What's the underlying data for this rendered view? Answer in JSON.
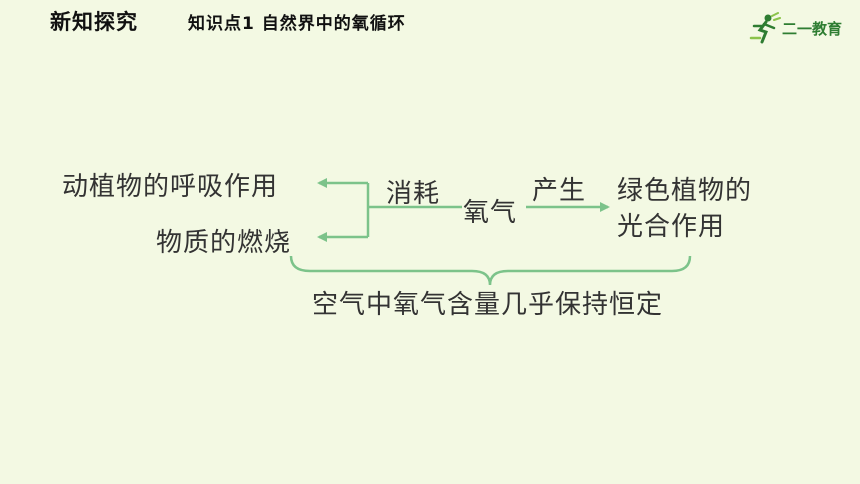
{
  "header": {
    "title": "新知探究",
    "subtitle": "知识点1  自然界中的氧循环",
    "logo_text": "二一教育"
  },
  "diagram": {
    "nodes": {
      "respiration": "动植物的呼吸作用",
      "combustion": "物质的燃烧",
      "oxygen": "氧气",
      "photosynthesis_line1": "绿色植物的",
      "photosynthesis_line2": "光合作用"
    },
    "edge_labels": {
      "consume": "消耗",
      "produce": "产生"
    },
    "conclusion": "空气中氧气含量几乎保持恒定"
  },
  "colors": {
    "background": "#f3f9e3",
    "arrow": "#7cc38a",
    "logo": "#2e7d32"
  }
}
